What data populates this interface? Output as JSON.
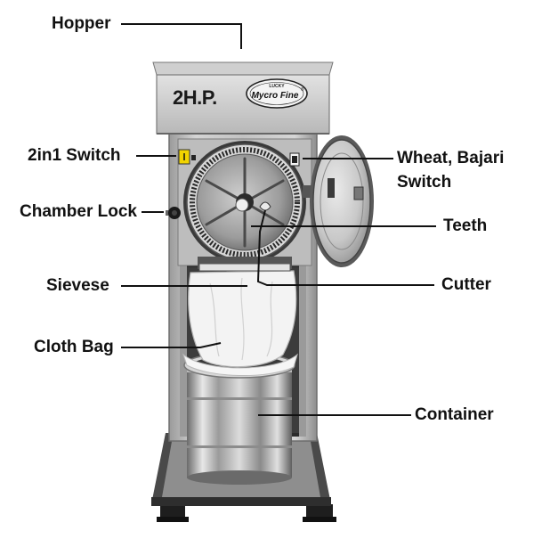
{
  "machine": {
    "power_marking": "2H.P.",
    "brand_small": "LUCKY",
    "brand_name": "Mycro Fine",
    "registered_mark": "®"
  },
  "labels": {
    "hopper": "Hopper",
    "switch_2in1": "2in1 Switch",
    "chamber_lock": "Chamber Lock",
    "sievese": "Sievese",
    "cloth_bag": "Cloth Bag",
    "wheat_bajari_line1": "Wheat, Bajari",
    "wheat_bajari_line2": "Switch",
    "teeth": "Teeth",
    "cutter": "Cutter",
    "container": "Container"
  },
  "colors": {
    "steel_light": "#d2d2d2",
    "steel_mid": "#a9a9a9",
    "steel_dark": "#6e6e6e",
    "frame_dark": "#2b2b2b",
    "switch_yellow": "#f2d400",
    "cloth": "#f1f1f1",
    "label_text": "#111111",
    "leader_line": "#111111"
  }
}
